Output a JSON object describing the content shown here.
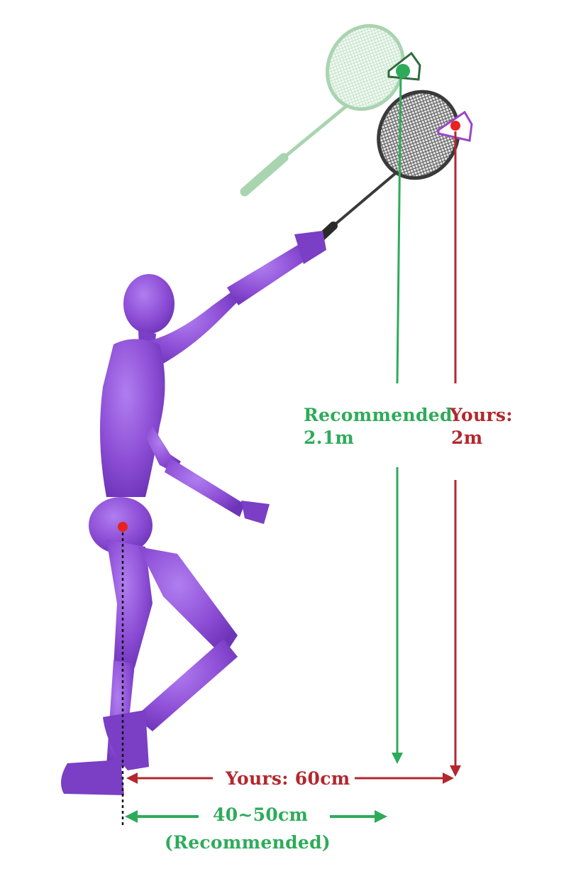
{
  "colors": {
    "recommended": "#2eab5a",
    "yours": "#b3272d",
    "figure": "#8e4fd6",
    "figure_shade": "#6d34b8",
    "ghost_racket": "#a9d4b0",
    "racket": "#3a3a3a",
    "shuttle_purple": "#9b44c9",
    "marker": "#e8221f"
  },
  "labels": {
    "recommended_height_title": "Recommended",
    "recommended_height_value": "2.1m",
    "yours_height_title": "Yours:",
    "yours_height_value": "2m",
    "yours_distance": "Yours: 60cm",
    "recommended_distance_value": "40~50cm",
    "recommended_distance_note": "(Recommended)"
  }
}
